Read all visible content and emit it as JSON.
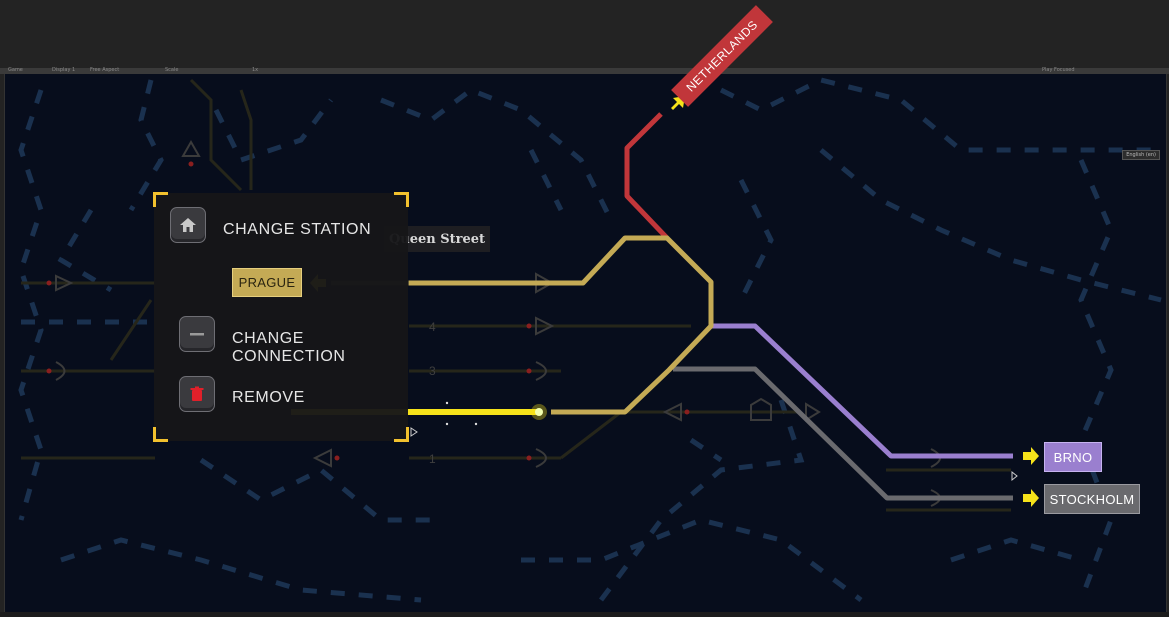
{
  "editor": {
    "items": [
      "Game",
      "Display 1",
      "Free Aspect",
      "Scale",
      "1x",
      "Play Focused"
    ],
    "language": "English (en)"
  },
  "menu": {
    "change_station": "CHANGE STATION",
    "current_station": "PRAGUE",
    "change_connection": "CHANGE CONNECTION",
    "remove": "REMOVE"
  },
  "map": {
    "street_label": "Queen Street",
    "track_numbers": [
      "4",
      "3",
      "1"
    ],
    "destinations": {
      "netherlands": "NETHERLANDS",
      "brno": "BRNO",
      "stockholm": "STOCKHOLM"
    }
  },
  "colors": {
    "gold_track": "#c4aa55",
    "yellow_track": "#f6e21a",
    "red_track": "#c1363a",
    "purple_track": "#9a7fcf",
    "gray_track": "#6a6a6e",
    "accent": "#f2c12e",
    "brno_chip": "#9a7fcf",
    "stockholm_chip": "#6a6a6e"
  },
  "icons": {
    "station": "home-icon",
    "connection": "minus-icon",
    "remove": "trash-icon",
    "arrow": "arrow-right-icon"
  }
}
